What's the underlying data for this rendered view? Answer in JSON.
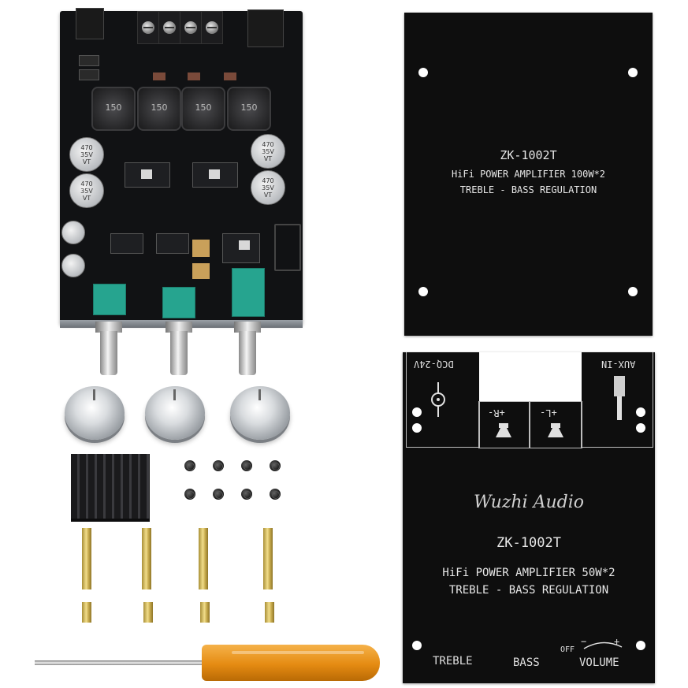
{
  "board": {
    "inductor_label": "150",
    "cap_label": "470\n35V\nVT"
  },
  "top_plate": {
    "model": "ZK-1002T",
    "line1": "HiFi POWER AMPLIFIER 100W*2",
    "line2": "TREBLE - BASS  REGULATION"
  },
  "bottom_plate": {
    "power_label": "DCQ-24V",
    "aux_label": "AUX-IN",
    "right_channel": "+R-",
    "left_channel": "+L-",
    "brand": "Wuzhi Audio",
    "model": "ZK-1002T",
    "line1": "HiFi POWER AMPLIFIER 50W*2",
    "line2": "TREBLE - BASS  REGULATION",
    "treble_label": "TREBLE",
    "bass_label": "BASS",
    "off_label": "OFF",
    "volume_label": "VOLUME",
    "minus": "−",
    "plus": "+"
  },
  "colors": {
    "pcb": "#111214",
    "pot": "#26a48f",
    "plate": "#0e0e0e",
    "handle": "#e58b12",
    "standoff": "#d9c066"
  }
}
